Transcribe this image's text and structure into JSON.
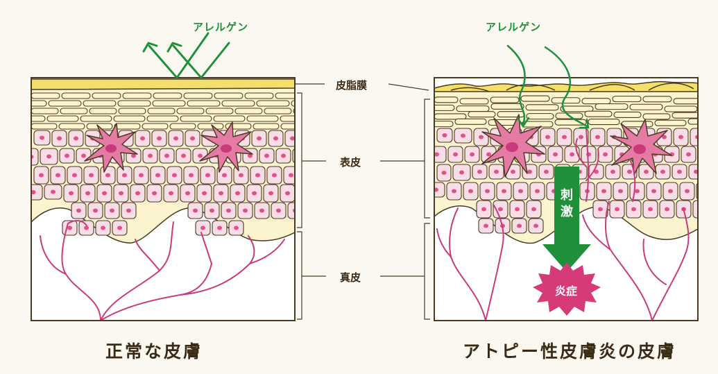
{
  "labels": {
    "sebum": "皮脂膜",
    "epidermis": "表皮",
    "dermis": "真皮"
  },
  "allergen_left": "アレルゲン",
  "allergen_right": "アレルゲン",
  "stimulus": [
    "刺",
    "激"
  ],
  "inflammation": "炎症",
  "captions": {
    "normal": "正常な皮膚",
    "atopic": "アトピー性皮膚炎の皮膚"
  },
  "colors": {
    "background": "#fbf7f1",
    "outline": "#4a3a22",
    "sebum": "#f2e06a",
    "epidermis_fill": "#fbf4cf",
    "cell_fill": "#f6dde6",
    "nucleus": "#e0508a",
    "langerhans": "#e57aa4",
    "vessel": "#c93a7a",
    "arrow_green": "#1f8f3a",
    "inflammation": "#d63a78"
  }
}
